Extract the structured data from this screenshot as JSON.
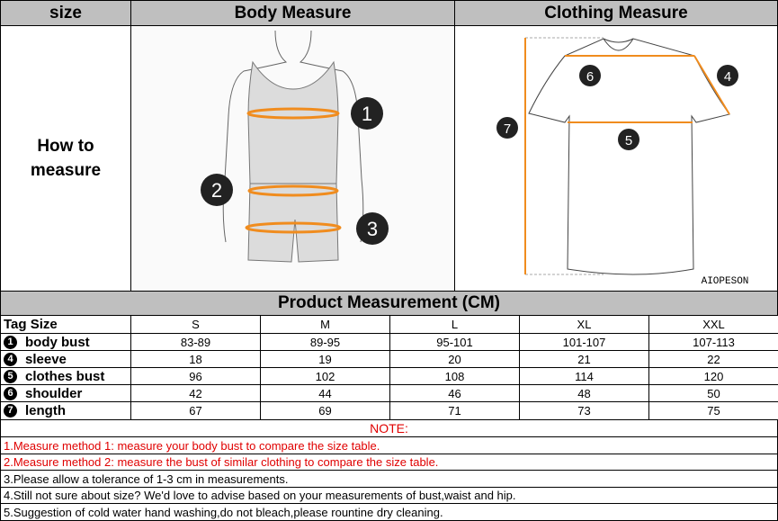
{
  "header": {
    "size": "size",
    "body_measure": "Body  Measure",
    "clothing_measure": "Clothing Measure"
  },
  "how_to_measure": "How to measure",
  "brand": "AIOPESON",
  "body_markers": [
    "1",
    "2",
    "3"
  ],
  "clothing_markers": [
    "4",
    "5",
    "6",
    "7"
  ],
  "accent_color": "#f08c1e",
  "table": {
    "title": "Product Measurement (CM)",
    "columns": [
      "Tag Size",
      "S",
      "M",
      "L",
      "XL",
      "XXL"
    ],
    "rows": [
      {
        "num": "1",
        "label": "body bust",
        "values": [
          "83-89",
          "89-95",
          "95-101",
          "101-107",
          "107-113"
        ]
      },
      {
        "num": "4",
        "label": "sleeve",
        "values": [
          "18",
          "19",
          "20",
          "21",
          "22"
        ]
      },
      {
        "num": "5",
        "label": "clothes bust",
        "values": [
          "96",
          "102",
          "108",
          "114",
          "120"
        ]
      },
      {
        "num": "6",
        "label": "shoulder",
        "values": [
          "42",
          "44",
          "46",
          "48",
          "50"
        ]
      },
      {
        "num": "7",
        "label": "length",
        "values": [
          "67",
          "69",
          "71",
          "73",
          "75"
        ]
      }
    ]
  },
  "notes": {
    "title": "NOTE:",
    "items": [
      "1.Measure method 1: measure your body bust to compare the size table.",
      "2.Measure method 2: measure the bust of similar clothing to compare the size table.",
      "3.Please allow a tolerance of 1-3 cm in measurements.",
      "4.Still not sure about size? We'd love to advise based on your measurements of bust,waist and hip.",
      "5.Suggestion of cold water hand washing,do not bleach,please rountine dry cleaning."
    ]
  }
}
